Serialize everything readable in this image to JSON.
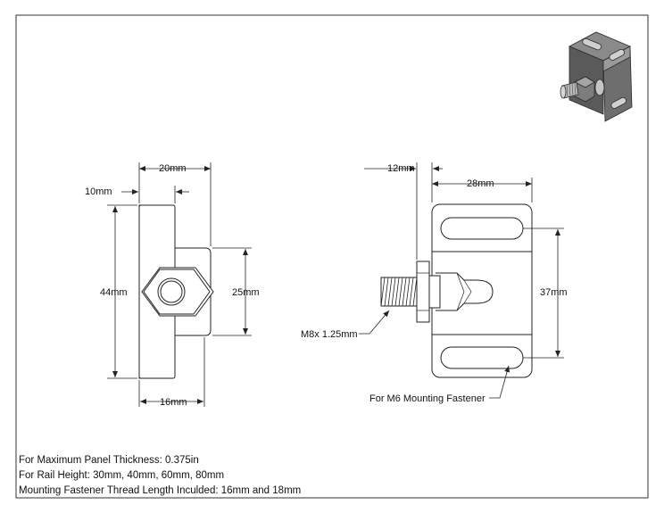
{
  "dimensions": {
    "side_width_overall": "20mm",
    "side_flange_offset": "10mm",
    "side_height": "44mm",
    "side_nut_block_height": "25mm",
    "side_bottom_width": "16mm",
    "front_stud_offset": "12mm",
    "front_width": "28mm",
    "front_height": "37mm",
    "thread_callout": "M8x 1.25mm",
    "fastener_callout": "For M6 Mounting Fastener"
  },
  "notes": [
    "For Maximum Panel Thickness: 0.375in",
    "For Rail Height: 30mm, 40mm, 60mm, 80mm",
    "Mounting Fastener Thread Length Inculded: 16mm and 18mm"
  ],
  "colors": {
    "line": "#222222",
    "part_fill": "#ffffff",
    "render_dark": "#4a4a4a",
    "render_mid": "#7a7a7a",
    "render_light": "#b5b5b5"
  }
}
